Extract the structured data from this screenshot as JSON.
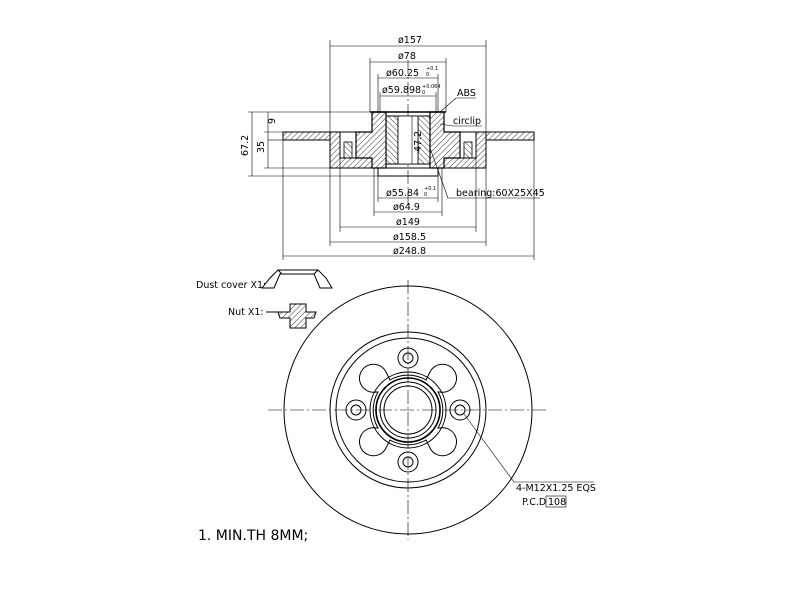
{
  "dimensions": {
    "d157": "ø157",
    "d78": "ø78",
    "d60": "ø60.25",
    "d60_tol": "+0.1",
    "d60_tol2": "0",
    "d59": "ø59.898",
    "d59_tol": "+0.064",
    "d59_tol2": "0",
    "d55": "ø55.84",
    "d55_tol": "+0.1",
    "d55_tol2": "0",
    "d64": "ø64.9",
    "d149": "ø149",
    "d158": "ø158.5",
    "d248": "ø248.8",
    "h67": "67.2",
    "h35": "35",
    "h9": "9",
    "h47": "47.2"
  },
  "callouts": {
    "abs": "ABS",
    "circlip": "circlip",
    "bearing": "bearing:60X25X45",
    "thread": "4-M12X1.25 EQS",
    "pcd_label": "P.C.D",
    "pcd_value": "108"
  },
  "parts": {
    "dust_cover": "Dust cover X1:",
    "nut": "Nut X1:"
  },
  "note": "1. MIN.TH 8MM;"
}
